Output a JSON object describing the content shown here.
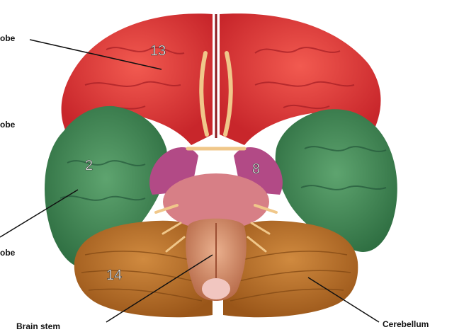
{
  "labels": {
    "frontal_lobe": "obe",
    "temporal_lobe": "obe",
    "occipital_lobe": "obe",
    "brain_stem": "Brain stem",
    "cerebellum": "Cerebellum"
  },
  "numbers": {
    "frontal": "13",
    "temporal_left": "2",
    "midbrain": "8",
    "cerebellum": "14"
  },
  "colors": {
    "frontal": "#e23b3b",
    "temporal": "#3f8a57",
    "cerebellum": "#b86b28",
    "brainstem": "#d99372",
    "pons": "#c96a86",
    "nerves": "#f0c78a",
    "background": "#ffffff"
  }
}
